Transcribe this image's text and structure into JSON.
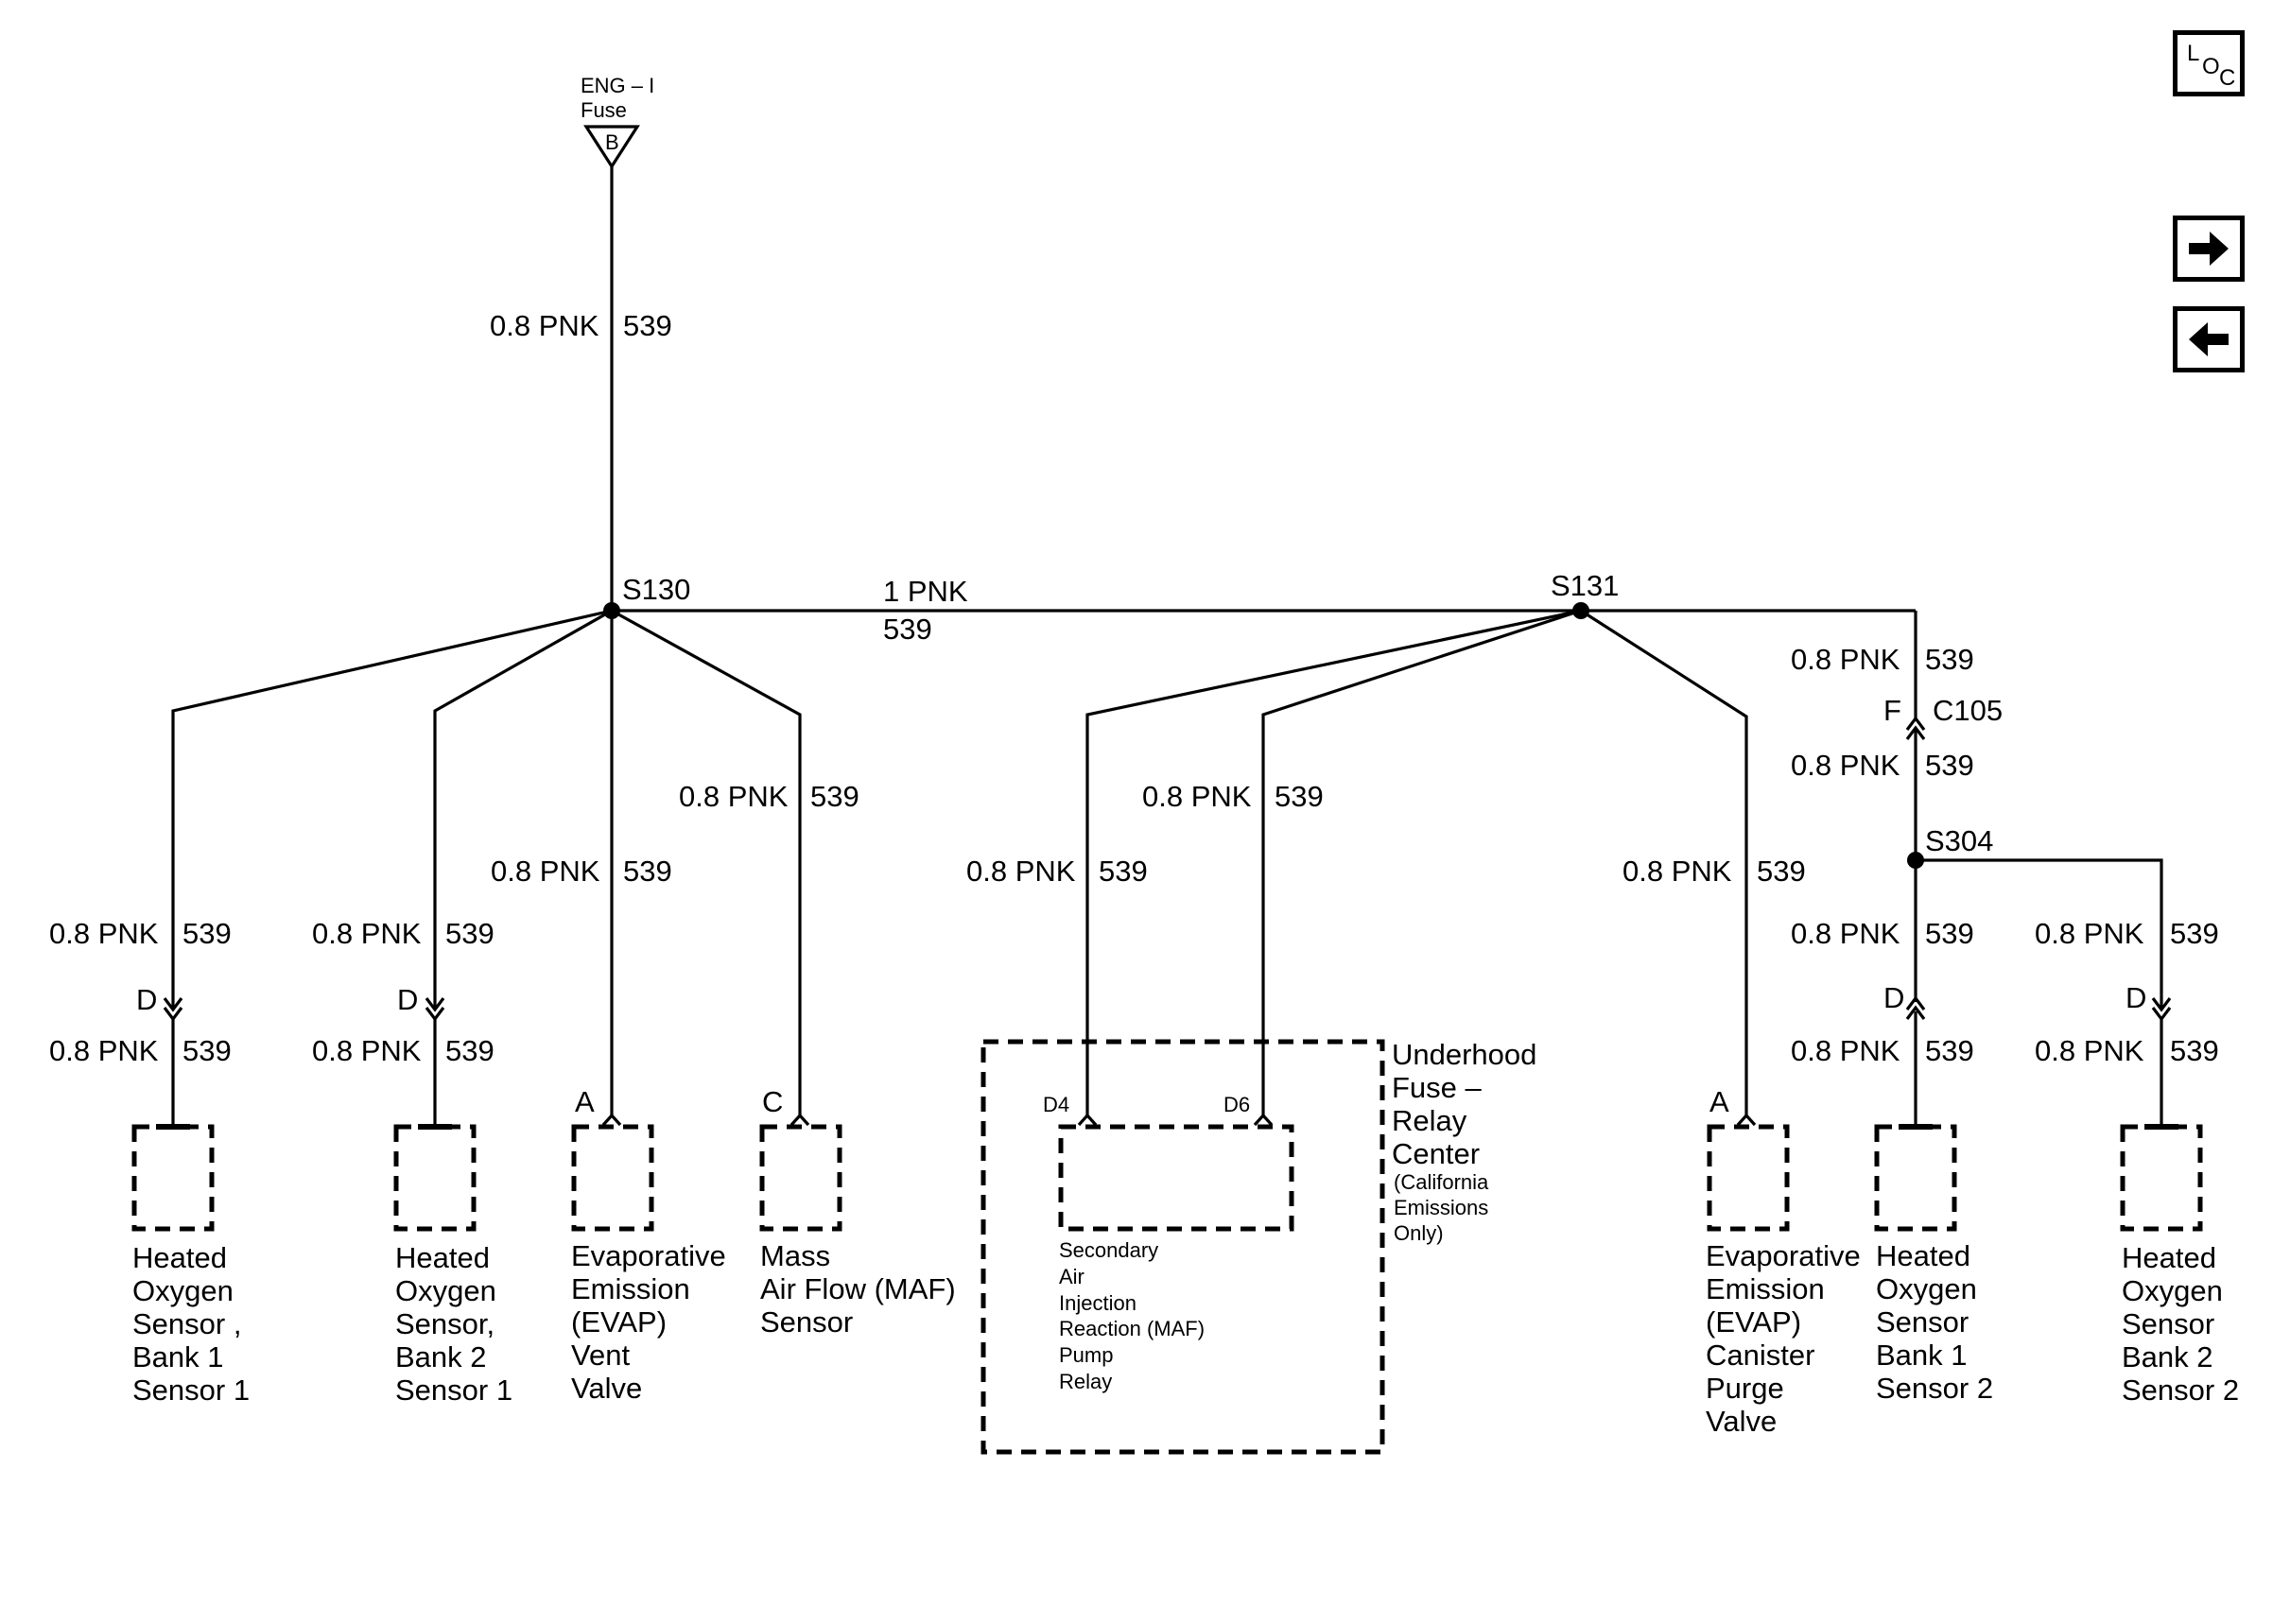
{
  "nav": {
    "loc_l": "L",
    "loc_o": "O",
    "loc_c": "C"
  },
  "fuse": {
    "name": "ENG – I",
    "sub": "Fuse",
    "terminal": "B"
  },
  "splices": {
    "s130": "S130",
    "s131": "S131",
    "s304": "S304"
  },
  "wires": {
    "main_top": {
      "gauge": "0.8 PNK",
      "circuit": "539"
    },
    "bus": {
      "gauge": "1 PNK",
      "circuit": "539"
    },
    "generic": {
      "gauge": "0.8 PNK",
      "circuit": "539"
    }
  },
  "connectors": {
    "c105_pin": "F",
    "c105": "C105",
    "pin_a": "A",
    "pin_c": "C",
    "pin_d": "D",
    "pin_d4": "D4",
    "pin_d6": "D6"
  },
  "components": {
    "ho2s_b1s1": [
      "Heated",
      "Oxygen",
      "Sensor ,",
      "Bank 1",
      "Sensor 1"
    ],
    "ho2s_b2s1": [
      "Heated",
      "Oxygen",
      "Sensor,",
      "Bank 2",
      "Sensor 1"
    ],
    "evap_vent": [
      "Evaporative",
      "Emission",
      "(EVAP)",
      "Vent",
      "Valve"
    ],
    "maf": [
      "Mass",
      "Air Flow (MAF)",
      "Sensor"
    ],
    "air_relay": [
      "Secondary",
      "Air",
      "Injection",
      "Reaction (MAF)",
      "Pump",
      "Relay"
    ],
    "ufrc": [
      "Underhood",
      "Fuse –",
      "Relay",
      "Center"
    ],
    "ufrc_note": [
      "(California",
      "Emissions",
      "Only)"
    ],
    "evap_purge": [
      "Evaporative",
      "Emission",
      "(EVAP)",
      "Canister",
      "Purge",
      "Valve"
    ],
    "ho2s_b1s2": [
      "Heated",
      "Oxygen",
      "Sensor",
      "Bank 1",
      "Sensor 2"
    ],
    "ho2s_b2s2": [
      "Heated",
      "Oxygen",
      "Sensor",
      "Bank 2",
      "Sensor 2"
    ]
  }
}
